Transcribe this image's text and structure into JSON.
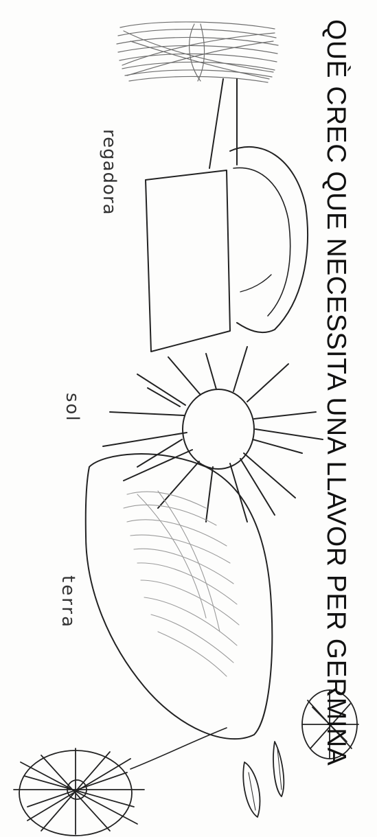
{
  "worksheet": {
    "heading": "QUÈ CREC QUE NECESSITA UNA LLAVOR PER GERMINA",
    "labels": {
      "watering_can": "regadora",
      "sun": "sol",
      "soil": "terra"
    }
  },
  "drawings": {
    "watering_can": "watering-can-drawing",
    "sun": "sun-drawing",
    "soil": "soil-drawing",
    "seeds": "seeds-drawing",
    "flower": "flower-drawing"
  },
  "colors": {
    "ink": "#111111",
    "pencil": "#333333",
    "shading": "#9a9a9a"
  }
}
